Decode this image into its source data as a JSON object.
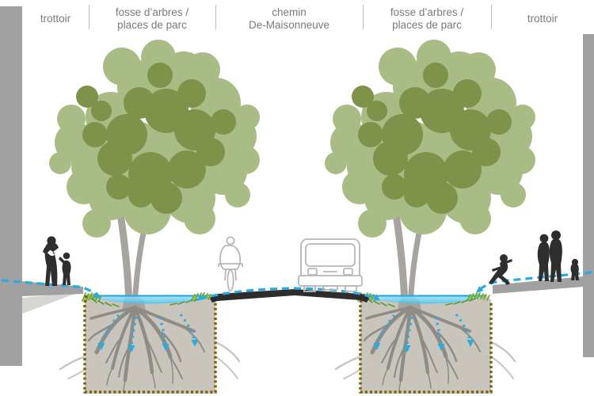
{
  "header": {
    "sections": [
      {
        "id": "trottoir-left",
        "line1": "trottoir",
        "line2": ""
      },
      {
        "id": "fosse-left",
        "line1": "fosse d’arbres /",
        "line2": "places de parc"
      },
      {
        "id": "chemin",
        "line1": "chemin",
        "line2": "De-Maisonneuve"
      },
      {
        "id": "fosse-right",
        "line1": "fosse d’arbres /",
        "line2": "places de parc"
      },
      {
        "id": "trottoir-right",
        "line1": "trottoir",
        "line2": ""
      }
    ]
  },
  "scene": {
    "elements": [
      "building-wall-left",
      "building-wall-right",
      "sidewalk-left",
      "sidewalk-right",
      "tree-with-infiltration-pit-left",
      "tree-with-infiltration-pit-right",
      "asphalt-road",
      "car-rear-outline",
      "cyclist-outline",
      "pedestrians-left",
      "pedestrians-right",
      "stormwater-flow-dashed-arrows",
      "infiltration-dotted-arrows",
      "water-basin"
    ]
  },
  "colors": {
    "flow_blue": "#29abe2",
    "water_light": "#9edff4",
    "water_mid": "#48bfe8",
    "canopy_light": "#a9bc85",
    "canopy_dark": "#7e9249",
    "soil": "#c9c5bc",
    "pit_border": "#7c600a",
    "asphalt": "#2d2d2d",
    "wall_gray": "#a1a1a1",
    "grass_green": "#6ca832",
    "silhouette": "#2e2e2e",
    "outline_gray": "#b7b7b7",
    "label_text": "#7a7a7a"
  }
}
